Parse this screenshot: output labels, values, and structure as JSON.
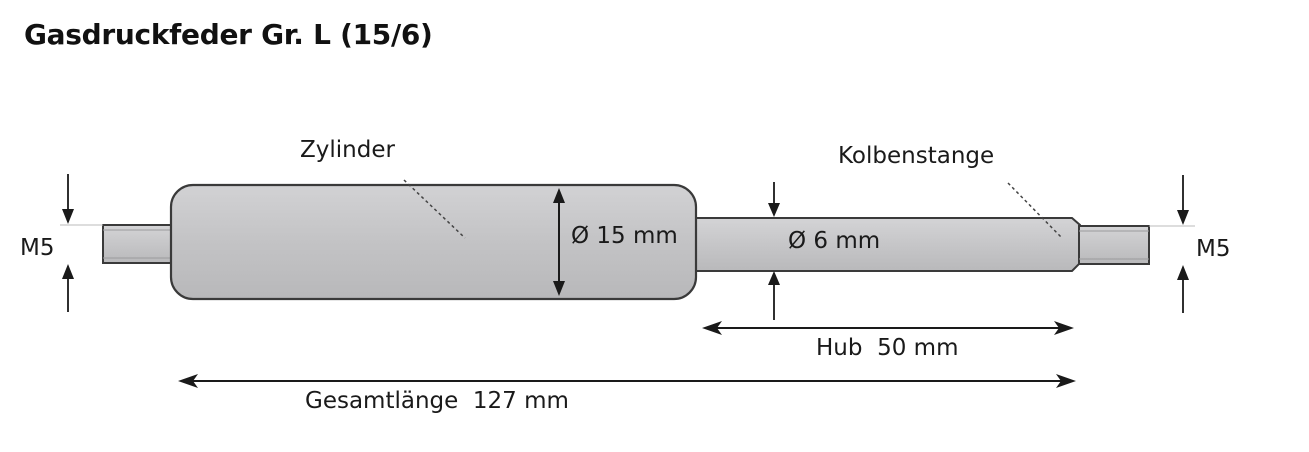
{
  "title": "Gasdruckfeder Gr. L (15/6)",
  "labels": {
    "cylinder": "Zylinder",
    "piston_rod": "Kolbenstange",
    "thread_left": "M5",
    "thread_right": "M5",
    "cylinder_diameter": "Ø 15 mm",
    "rod_diameter": "Ø 6 mm",
    "stroke": "Hub  50 mm",
    "total_length": "Gesamtlänge  127 mm"
  },
  "colors": {
    "cylinder_fill": "#c4c4c6",
    "rod_fill": "#c8c8ca",
    "thread_fill": "#c6c6c8",
    "outline": "#3a3a3a",
    "text": "#1a1a1a"
  }
}
